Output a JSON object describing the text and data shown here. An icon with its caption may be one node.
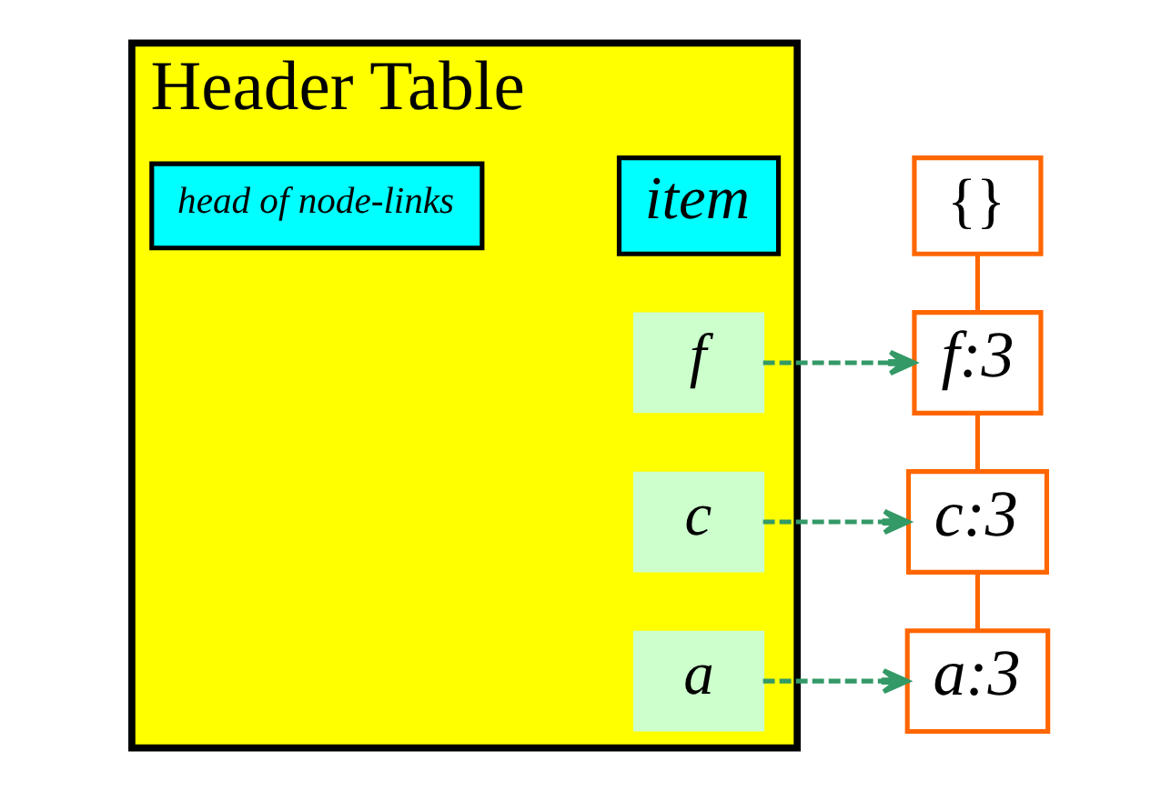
{
  "diagram": {
    "nodes": [
      {
        "text": [
          "Header Table"
        ]
      },
      {
        "text": [
          "item"
        ],
        "in": 0
      },
      {
        "text": [
          "head of node-links"
        ],
        "in": 0
      },
      {
        "text": [
          "f"
        ],
        "in": 0
      },
      {
        "text": [
          "c"
        ],
        "in": 0
      },
      {
        "text": [
          "a"
        ],
        "in": 0
      },
      {
        "text": [
          "{}"
        ]
      },
      {
        "text": [
          "f:3"
        ]
      },
      {
        "text": [
          "c:3"
        ]
      },
      {
        "text": [
          "a:3"
        ]
      }
    ],
    "edges": [
      {
        "from": 6,
        "to": 7,
        "arrow": "none",
        "color": "#ff6600"
      },
      {
        "from": 7,
        "to": 8,
        "arrow": "none",
        "color": "#ff6600"
      },
      {
        "from": 8,
        "to": 9,
        "arrow": "none",
        "color": "#ff6600"
      },
      {
        "from": 3,
        "to": 7,
        "arrow": "to",
        "style": "dashed",
        "color": "#339966"
      },
      {
        "from": 4,
        "to": 8,
        "arrow": "to",
        "style": "dashed",
        "color": "#339966"
      },
      {
        "from": 5,
        "to": 9,
        "arrow": "to",
        "style": "dashed",
        "color": "#339966"
      }
    ]
  }
}
